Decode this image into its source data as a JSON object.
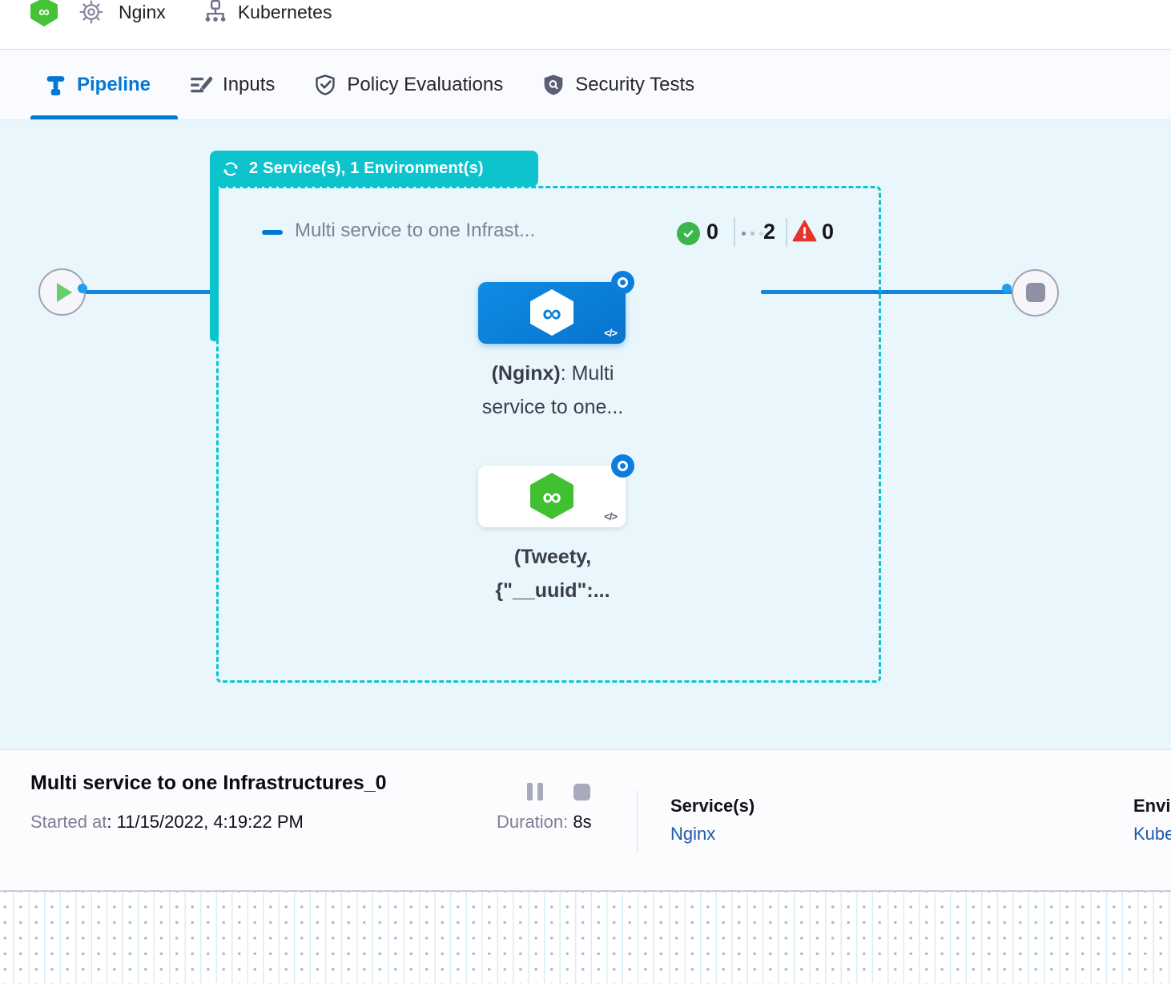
{
  "colors": {
    "accent": "#0278d5",
    "teal": "#0cc3ce",
    "canvas": "#e9f7fc",
    "success": "#3cb54a",
    "cardgreen": "#41c131",
    "warn": "#e5352b",
    "link": "#1d5aa8",
    "graytext": "#7d7f96",
    "darktext": "#1c1c26"
  },
  "header": {
    "service_name": "Nginx",
    "environment_name": "Kubernetes"
  },
  "tabs": [
    {
      "label": "Pipeline",
      "active": true
    },
    {
      "label": "Inputs",
      "active": false
    },
    {
      "label": "Policy Evaluations",
      "active": false
    },
    {
      "label": "Security Tests",
      "active": false
    }
  ],
  "canvas": {
    "group_badge": "2 Service(s), 1 Environment(s)",
    "stage": {
      "name": "Multi service to one Infrast...",
      "counts": {
        "success": "0",
        "running": "2",
        "failed": "0"
      }
    },
    "nodes": [
      {
        "label_bold": "(Nginx)",
        "label_rest": ": Multi",
        "label_line2": "service to one...",
        "code_icon": "</>"
      },
      {
        "label_bold": "(Tweety,",
        "label_rest": "",
        "label_line2": "{\"__uuid\":...",
        "code_icon": "</>"
      }
    ],
    "infinity_glyph": "∞"
  },
  "footer": {
    "title": "Multi service to one Infrastructures_0",
    "started_label": "Started at",
    "started_value": ": 11/15/2022, 4:19:22 PM",
    "duration_label": "Duration:",
    "duration_value": "8s",
    "services_label": "Service(s)",
    "services_value": "Nginx",
    "environments_label": "Environment(s)",
    "environments_value": "Kubernetes"
  }
}
